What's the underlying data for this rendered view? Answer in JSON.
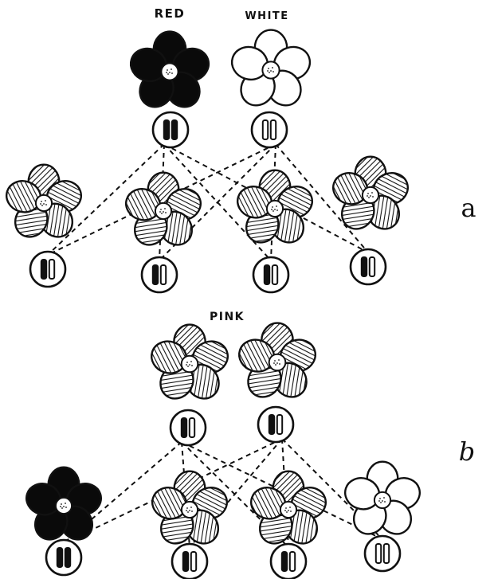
{
  "labels": {
    "red": "RED",
    "white": "WHITE",
    "pink": "PINK",
    "part_a": "a",
    "part_b": "b"
  },
  "colors": {
    "red": "#0a0a0a",
    "white": "#ffffff",
    "pink": "hatched",
    "ink": "#111111"
  },
  "panel_a": {
    "parents": [
      "red",
      "white"
    ],
    "offspring": [
      "pink",
      "pink",
      "pink",
      "pink"
    ]
  },
  "panel_b": {
    "parents": [
      "pink",
      "pink"
    ],
    "offspring": [
      "red",
      "pink",
      "pink",
      "white"
    ]
  }
}
